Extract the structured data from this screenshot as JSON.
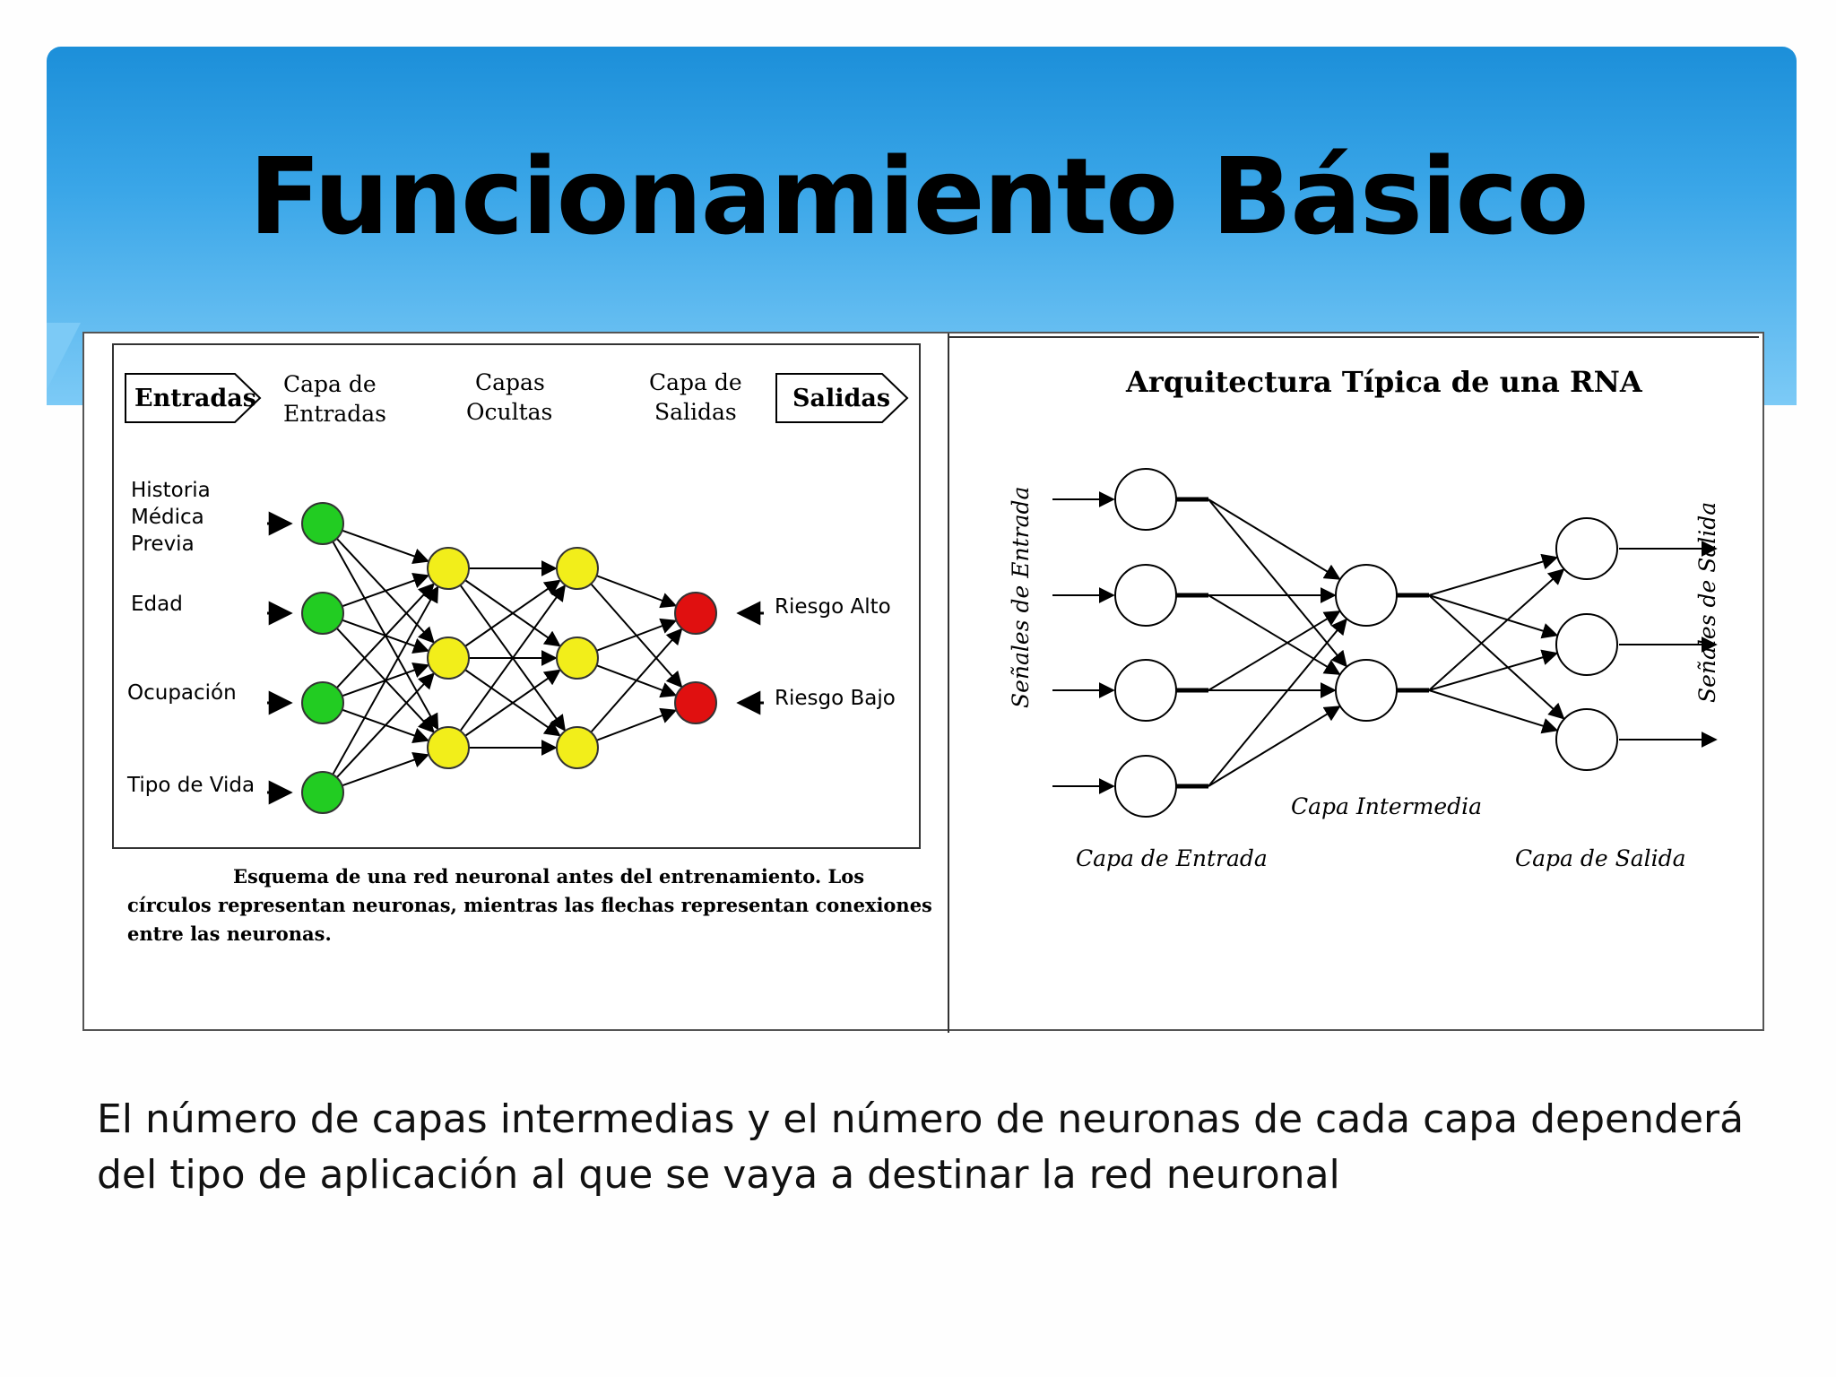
{
  "slide": {
    "title": "Funcionamiento Básico",
    "caption": "El número de capas intermedias y el número de neuronas de cada capa dependerá del tipo de aplicación al que se vaya a destinar la red neuronal"
  },
  "left_diagram": {
    "headers": {
      "entradas": "Entradas",
      "capa_entradas_1": "Capa de",
      "capa_entradas_2": "Entradas",
      "capas_ocultas_1": "Capas",
      "capas_ocultas_2": "Ocultas",
      "capa_salidas_1": "Capa de",
      "capa_salidas_2": "Salidas",
      "salidas": "Salidas"
    },
    "inputs": {
      "historia_1": "Historia",
      "historia_2": "Médica",
      "historia_3": "Previa",
      "edad": "Edad",
      "ocupacion": "Ocupación",
      "tipo_vida": "Tipo de Vida"
    },
    "outputs": {
      "riesgo_alto": "Riesgo Alto",
      "riesgo_bajo": "Riesgo Bajo"
    },
    "caption_1": "Esquema de una red neuronal antes del entrenamiento. Los",
    "caption_2": "círculos representan neuronas, mientras las flechas representan conexiones",
    "caption_3": "entre las neuronas.",
    "colors": {
      "input": "#22cc22",
      "hidden": "#f2ee1a",
      "output": "#e01010"
    }
  },
  "right_diagram": {
    "title": "Arquitectura Típica de una RNA",
    "senales_entrada": "Señales de Entrada",
    "senales_salida": "Señales de Salida",
    "capa_intermedia": "Capa Intermedia",
    "capa_entrada": "Capa de Entrada",
    "capa_salida": "Capa de Salida"
  }
}
